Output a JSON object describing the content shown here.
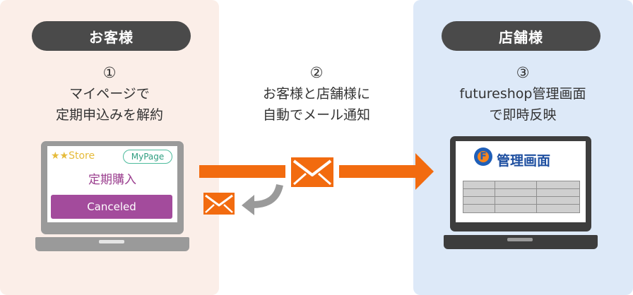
{
  "customer": {
    "label": "お客様",
    "step_num": "①",
    "line1": "マイページで",
    "line2": "定期申込みを解約"
  },
  "notify": {
    "step_num": "②",
    "line1": "お客様と店舗様に",
    "line2": "自動でメール通知"
  },
  "store": {
    "label": "店舗様",
    "step_num": "③",
    "line1": "futureshop管理画面",
    "line2": "で即時反映"
  },
  "customer_screen": {
    "store_name": "★★Store",
    "mypage": "MyPage",
    "subscription": "定期購入",
    "button": "Canceled"
  },
  "admin_screen": {
    "logo_letter": "F",
    "title": "管理画面"
  },
  "colors": {
    "left_panel": "#fbeee8",
    "right_panel": "#dde9f8",
    "arrow": "#f26b0f",
    "return_arrow": "#9a9a9a",
    "cancel_button": "#a34b9c"
  }
}
